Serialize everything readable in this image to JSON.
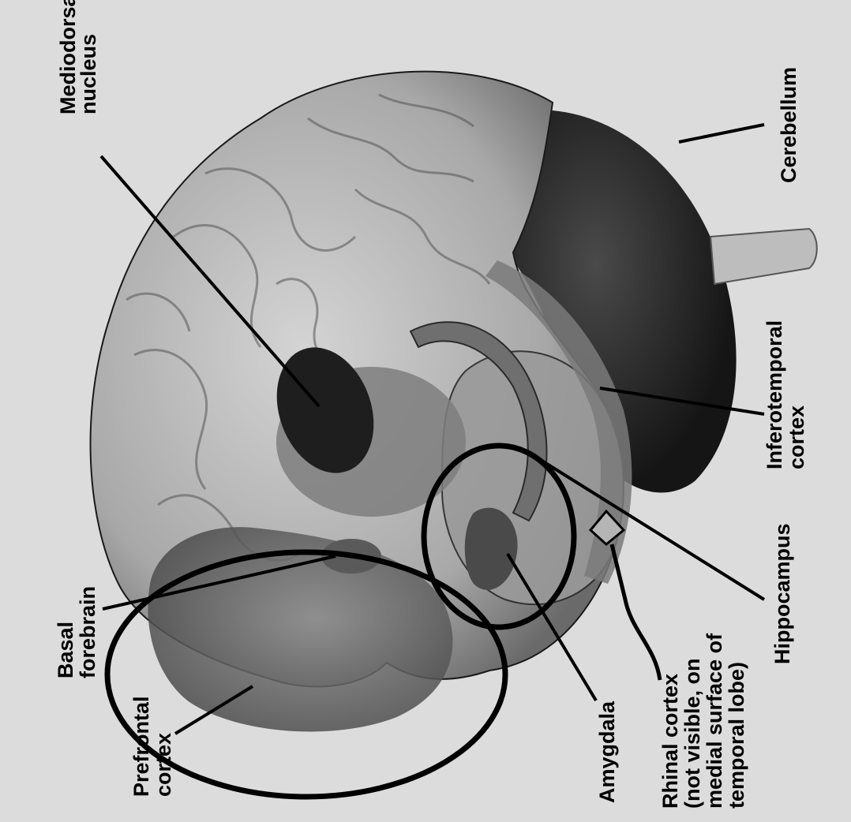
{
  "diagram": {
    "orientation": "rotated 90° counter-clockwise",
    "colors": {
      "background": "#dcdcdc",
      "brain_light": "#c4c4c4",
      "brain_mid": "#8a8a8a",
      "brain_dark": "#3a3a3a",
      "cerebellum": "#2a2a2a",
      "outline": "#000000"
    },
    "labels": {
      "mediodorsal_nucleus": [
        "Mediodorsal",
        "nucleus"
      ],
      "cerebellum": [
        "Cerebellum"
      ],
      "inferotemporal_cortex": [
        "Inferotemporal",
        "cortex"
      ],
      "hippocampus": [
        "Hippocampus"
      ],
      "rhinal_cortex": [
        "Rhinal cortex",
        "(not visible, on",
        "medial surface of",
        "temporal lobe)"
      ],
      "amygdala": [
        "Amygdala"
      ],
      "prefrontal_cortex": [
        "Prefrontal",
        "cortex"
      ],
      "basal_forebrain": [
        "Basal",
        "forebrain"
      ]
    }
  }
}
